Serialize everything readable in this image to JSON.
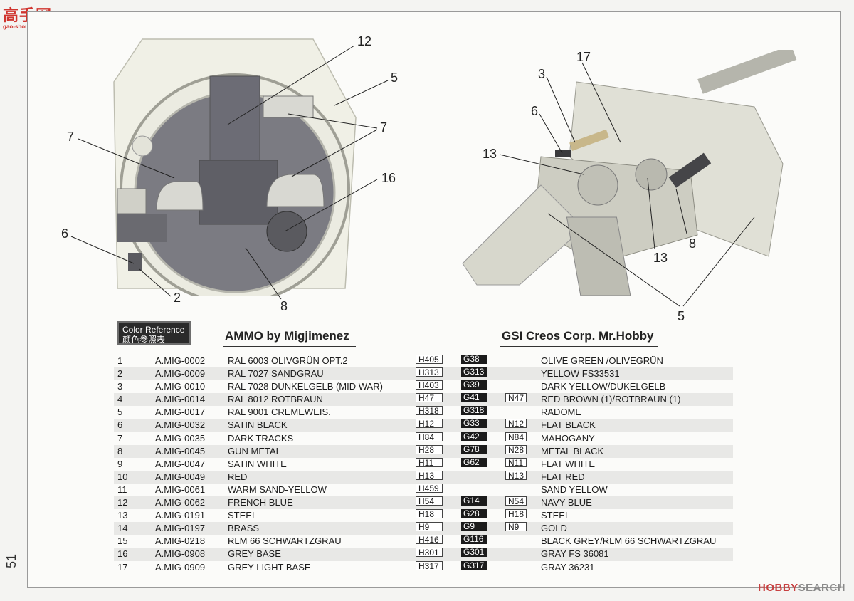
{
  "watermark_top": "高手网",
  "watermark_top_sub": "gao-shou.com",
  "page_number": "51",
  "watermark_bottom_logo": "HOBBY",
  "watermark_bottom_text": "SEARCH",
  "legend": {
    "line1": "Color Reference",
    "line2": "颜色参照表"
  },
  "headers": {
    "ammo": "AMMO by Migjimenez",
    "creos": "GSI Creos Corp. Mr.Hobby"
  },
  "left_callouts": [
    "12",
    "5",
    "7",
    "7",
    "16",
    "6",
    "2",
    "8"
  ],
  "right_callouts": [
    "17",
    "3",
    "6",
    "13",
    "13",
    "8",
    "5"
  ],
  "rows": [
    {
      "no": "1",
      "code": "A.MIG-0002",
      "name": "RAL 6003 OLIVGRÜN OPT.2",
      "h": "H405",
      "g": "G38",
      "n": "",
      "creos": "OLIVE GREEN /OLIVEGRÜN"
    },
    {
      "no": "2",
      "code": "A.MIG-0009",
      "name": "RAL 7027 SANDGRAU",
      "h": "H313",
      "g": "G313",
      "n": "",
      "creos": "YELLOW FS33531"
    },
    {
      "no": "3",
      "code": "A.MIG-0010",
      "name": "RAL 7028 DUNKELGELB (MID WAR)",
      "h": "H403",
      "g": "G39",
      "n": "",
      "creos": "DARK YELLOW/DUKELGELB"
    },
    {
      "no": "4",
      "code": "A.MIG-0014",
      "name": "RAL 8012 ROTBRAUN",
      "h": "H47",
      "g": "G41",
      "n": "N47",
      "creos": "RED BROWN (1)/ROTBRAUN (1)"
    },
    {
      "no": "5",
      "code": "A.MIG-0017",
      "name": "RAL 9001 CREMEWEIS.",
      "h": "H318",
      "g": "G318",
      "n": "",
      "creos": "RADOME"
    },
    {
      "no": "6",
      "code": "A.MIG-0032",
      "name": "SATIN BLACK",
      "h": "H12",
      "g": "G33",
      "n": "N12",
      "creos": "FLAT BLACK"
    },
    {
      "no": "7",
      "code": "A.MIG-0035",
      "name": "DARK TRACKS",
      "h": "H84",
      "g": "G42",
      "n": "N84",
      "creos": "MAHOGANY"
    },
    {
      "no": "8",
      "code": "A.MIG-0045",
      "name": "GUN METAL",
      "h": "H28",
      "g": "G78",
      "n": "N28",
      "creos": "METAL BLACK"
    },
    {
      "no": "9",
      "code": "A.MIG-0047",
      "name": "SATIN WHITE",
      "h": "H11",
      "g": "G62",
      "n": "N11",
      "creos": "FLAT WHITE"
    },
    {
      "no": "10",
      "code": "A.MIG-0049",
      "name": "RED",
      "h": "H13",
      "g": "",
      "n": "N13",
      "creos": "FLAT RED"
    },
    {
      "no": "11",
      "code": "A.MIG-0061",
      "name": "WARM SAND-YELLOW",
      "h": "H459",
      "g": "",
      "n": "",
      "creos": "SAND YELLOW"
    },
    {
      "no": "12",
      "code": "A.MIG-0062",
      "name": "FRENCH BLUE",
      "h": "H54",
      "g": "G14",
      "n": "N54",
      "creos": "NAVY BLUE"
    },
    {
      "no": "13",
      "code": "A.MIG-0191",
      "name": "STEEL",
      "h": "H18",
      "g": "G28",
      "n": "H18",
      "creos": "STEEL"
    },
    {
      "no": "14",
      "code": "A.MIG-0197",
      "name": "BRASS",
      "h": "H9",
      "g": "G9",
      "n": "N9",
      "creos": "GOLD"
    },
    {
      "no": "15",
      "code": "A.MIG-0218",
      "name": "RLM 66 SCHWARTZGRAU",
      "h": "H416",
      "g": "G116",
      "n": "",
      "creos": "BLACK GREY/RLM 66 SCHWARTZGRAU"
    },
    {
      "no": "16",
      "code": "A.MIG-0908",
      "name": "GREY BASE",
      "h": "H301",
      "g": "G301",
      "n": "",
      "creos": "GRAY FS 36081"
    },
    {
      "no": "17",
      "code": "A.MIG-0909",
      "name": "GREY LIGHT BASE",
      "h": "H317",
      "g": "G317",
      "n": "",
      "creos": "GRAY 36231"
    }
  ]
}
